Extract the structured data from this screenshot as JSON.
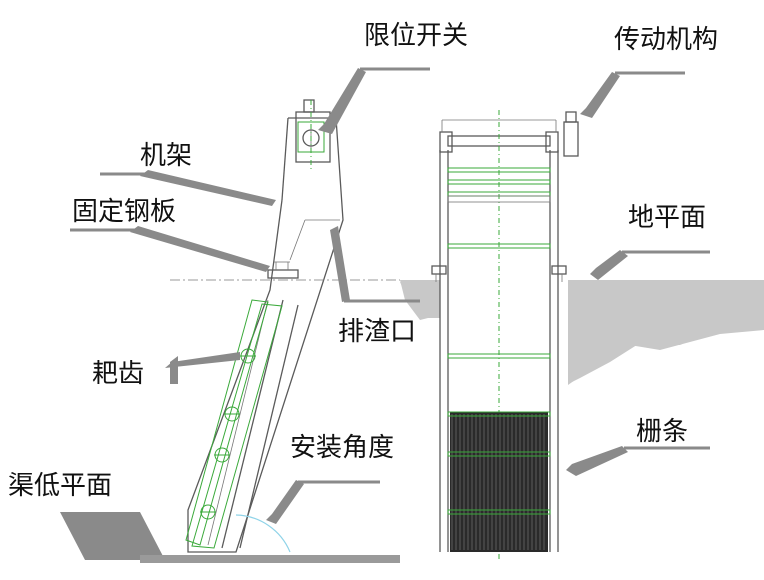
{
  "labels": {
    "limit_switch": "限位开关",
    "drive_mechanism": "传动机构",
    "frame": "机架",
    "fixed_steel_plate": "固定钢板",
    "ground_level": "地平面",
    "discharge_port": "排渣口",
    "rake_teeth": "耙齿",
    "installation_angle": "安装角度",
    "grating_bars": "栅条",
    "channel_bottom": "渠低平面"
  },
  "colors": {
    "pointer": "#8a8a8a",
    "ground": "#c8c8c8",
    "frame_line": "#5a5a5a",
    "green_parts": "#3aa93a",
    "grating_dark": "#2a2a2a",
    "angle_arc": "#8fd3e8"
  }
}
